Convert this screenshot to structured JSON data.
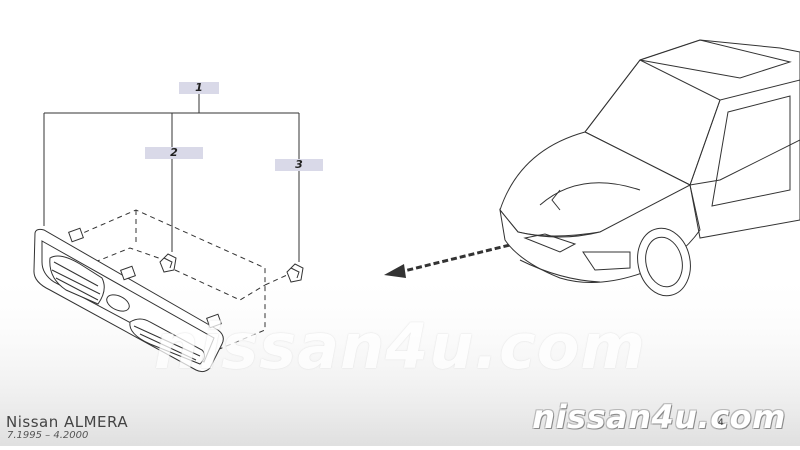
{
  "callouts": {
    "part1": "1",
    "part2": "2",
    "part3": "3"
  },
  "footer": {
    "model": "Nissan  ALMERA",
    "years": "7.1995  –  4.2000",
    "page_mark": "4"
  },
  "watermark": {
    "main": "nissan4u.com",
    "corner": "nissan4u.com"
  },
  "colors": {
    "line": "#333333",
    "callout_bg": "#d9d9e8",
    "background": "#ffffff"
  },
  "icons": [
    "clip-icon",
    "arrow-icon"
  ]
}
